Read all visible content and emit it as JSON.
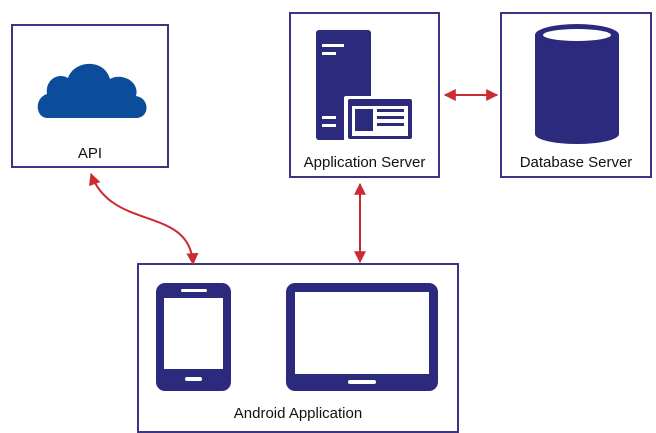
{
  "colors": {
    "box_border": "#3a3585",
    "icon_fill": "#2c2a7c",
    "cloud_fill": "#0b4d9a",
    "arrow": "#cc2b33"
  },
  "nodes": {
    "api": {
      "label": "API",
      "icon": "cloud-icon"
    },
    "application_server": {
      "label": "Application Server",
      "icon": "server-icon"
    },
    "database_server": {
      "label": "Database Server",
      "icon": "database-icon"
    },
    "android_application": {
      "label": "Android Application",
      "icon": [
        "phone-icon",
        "tablet-icon"
      ]
    }
  },
  "connections": [
    {
      "from": "api",
      "to": "android_application",
      "direction": "both"
    },
    {
      "from": "application_server",
      "to": "android_application",
      "direction": "both"
    },
    {
      "from": "application_server",
      "to": "database_server",
      "direction": "both"
    }
  ]
}
